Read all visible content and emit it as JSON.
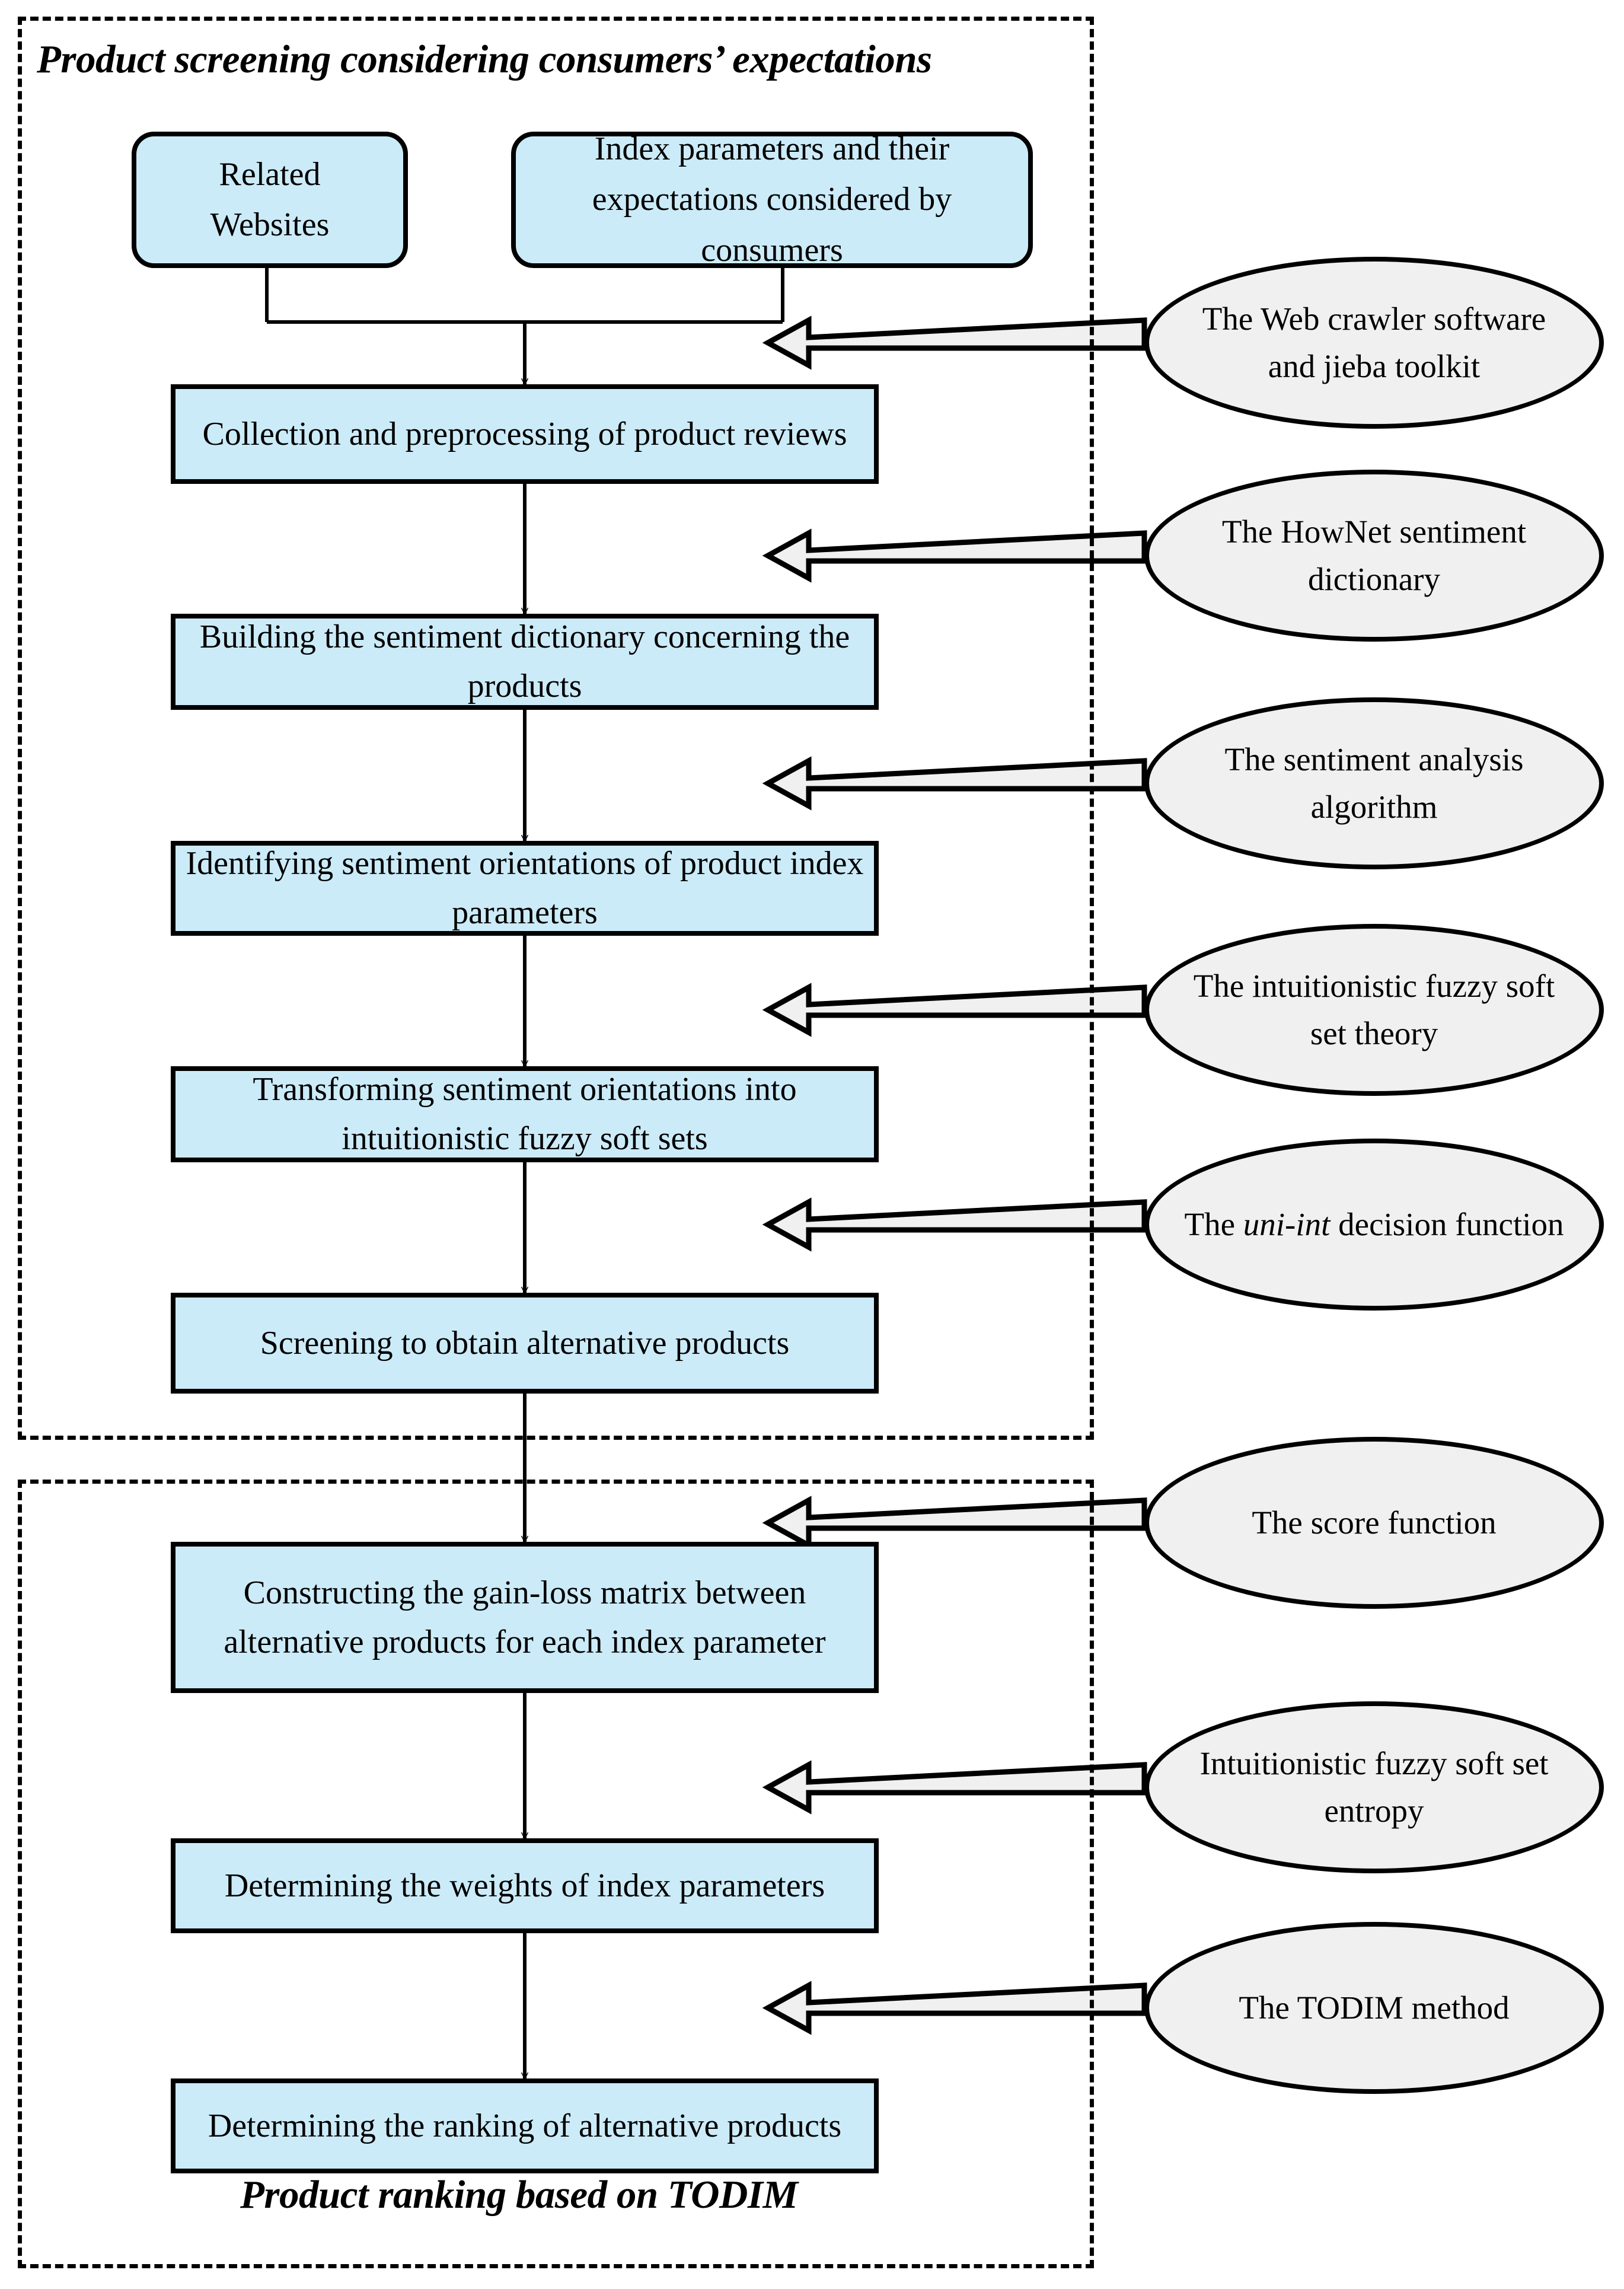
{
  "diagram": {
    "title_top": "Product screening considering consumers’ expectations",
    "title_bottom": "Product ranking based on TODIM",
    "colors": {
      "node_fill": "#CCEBF8",
      "resource_fill": "#F0F0F0",
      "stroke": "#000000",
      "background": "#FFFFFF"
    }
  },
  "groups": [
    {
      "id": "screening",
      "caption": "Product screening considering consumers’ expectations"
    },
    {
      "id": "ranking",
      "caption": "Product ranking based on TODIM"
    }
  ],
  "inputs": [
    {
      "id": "related-websites",
      "label": "Related\nWebsites"
    },
    {
      "id": "index-parameters",
      "label": "Index parameters and their expectations considered by consumers"
    }
  ],
  "steps": [
    {
      "id": "step-1",
      "label": "Collection and preprocessing of product reviews"
    },
    {
      "id": "step-2",
      "label": "Building the sentiment dictionary concerning the products"
    },
    {
      "id": "step-3",
      "label": "Identifying sentiment orientations of product index parameters"
    },
    {
      "id": "step-4",
      "label": "Transforming sentiment orientations into intuitionistic fuzzy soft sets"
    },
    {
      "id": "step-5",
      "label": "Screening to obtain alternative products"
    },
    {
      "id": "step-6",
      "label": "Constructing the gain-loss matrix between alternative products for each index parameter"
    },
    {
      "id": "step-7",
      "label": "Determining the weights of index parameters"
    },
    {
      "id": "step-8",
      "label": "Determining the ranking of alternative products"
    }
  ],
  "resources": [
    {
      "id": "res-1",
      "label": "The Web crawler software and jieba toolkit",
      "italic": ""
    },
    {
      "id": "res-2",
      "label": "The HowNet sentiment dictionary",
      "italic": ""
    },
    {
      "id": "res-3",
      "label": "The sentiment analysis algorithm",
      "italic": ""
    },
    {
      "id": "res-4",
      "label": "The intuitionistic fuzzy soft set theory",
      "italic": ""
    },
    {
      "id": "res-5",
      "label_pre": "The ",
      "label_em": "uni-int",
      "label_post": " decision function",
      "italic": "uni-int"
    },
    {
      "id": "res-6",
      "label": "The score function",
      "italic": ""
    },
    {
      "id": "res-7",
      "label": "Intuitionistic fuzzy soft set entropy",
      "italic": ""
    },
    {
      "id": "res-8",
      "label": "The TODIM method",
      "italic": ""
    }
  ],
  "connectors": {
    "flow_arrow_count": 8,
    "block_arrow_count": 8,
    "merge_junction": true
  }
}
